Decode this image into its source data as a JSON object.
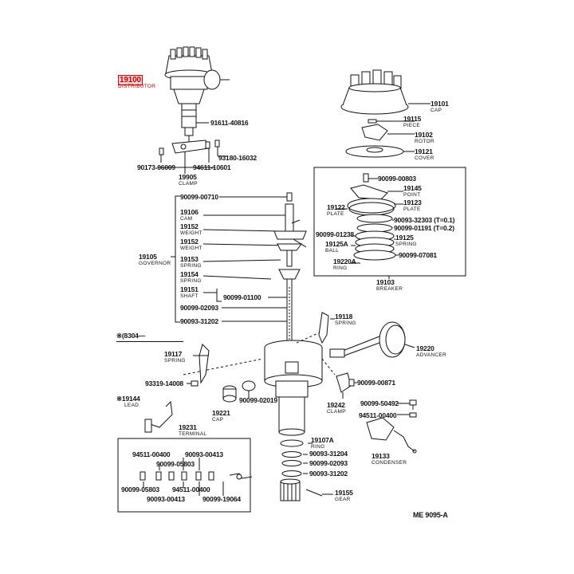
{
  "diagram": {
    "code": "ME 9095-A",
    "asterisk_note": "※(8304—",
    "parts": {
      "distributor": {
        "num": "19100",
        "name": "DISTRIBUTOR"
      },
      "p91611_40816": {
        "num": "91611-40816"
      },
      "p93180_16032": {
        "num": "93180-16032"
      },
      "p90173_06009": {
        "num": "90173-06009"
      },
      "p94611_10601": {
        "num": "94611-10601"
      },
      "clamp_19905": {
        "num": "19905",
        "name": "CLAMP"
      },
      "cap_19101": {
        "num": "19101",
        "name": "CAP"
      },
      "piece_19115": {
        "num": "19115",
        "name": "PIECE"
      },
      "rotor_19102": {
        "num": "19102",
        "name": "ROTOR"
      },
      "cover_19121": {
        "num": "19121",
        "name": "COVER"
      },
      "p90099_00803": {
        "num": "90099-00803"
      },
      "point_19145": {
        "num": "19145",
        "name": "POINT"
      },
      "plate_19122": {
        "num": "19122",
        "name": "PLATE"
      },
      "plate_19123": {
        "num": "19123",
        "name": "PLATE"
      },
      "p90093_32303": {
        "num": "90093-32303 (T=0.1)"
      },
      "p90099_01191": {
        "num": "90099-01191 (T=0.2)"
      },
      "p90099_01238": {
        "num": "90099-01238"
      },
      "ball_19125A": {
        "num": "19125A",
        "name": "BALL"
      },
      "spring_19125": {
        "num": "19125",
        "name": "SPRING"
      },
      "p90099_07081": {
        "num": "90099-07081"
      },
      "ring_19220A": {
        "num": "19220A",
        "name": "RING"
      },
      "breaker_19103": {
        "num": "19103",
        "name": "BREAKER"
      },
      "p90099_00710": {
        "num": "90099-00710"
      },
      "cam_19106": {
        "num": "19106",
        "name": "CAM"
      },
      "weight_19152a": {
        "num": "19152",
        "name": "WEIGHT"
      },
      "weight_19152b": {
        "num": "19152",
        "name": "WEIGHT"
      },
      "governor_19105": {
        "num": "19105",
        "name": "GOVERNOR"
      },
      "spring_19153": {
        "num": "19153",
        "name": "SPRING"
      },
      "spring_19154": {
        "num": "19154",
        "name": "SPRING"
      },
      "shaft_19151": {
        "num": "19151",
        "name": "SHAFT"
      },
      "p90099_01100": {
        "num": "90099-01100"
      },
      "p90099_02093a": {
        "num": "90099-02093"
      },
      "p90093_31202a": {
        "num": "90093-31202"
      },
      "spring_19118": {
        "num": "19118",
        "name": "SPRING"
      },
      "advancer_19220": {
        "num": "19220",
        "name": "ADVANCER"
      },
      "spring_19117": {
        "num": "19117",
        "name": "SPRING"
      },
      "p93319_14008": {
        "num": "93319-14008"
      },
      "p90099_00871": {
        "num": "90099-00871"
      },
      "lead_19144": {
        "num": "※19144",
        "name": "LEAD"
      },
      "p90099_02019": {
        "num": "90099-02019"
      },
      "p90099_50492": {
        "num": "90099-50492"
      },
      "clamp_19242": {
        "num": "19242",
        "name": "CLAMP"
      },
      "p94511_00400a": {
        "num": "94511-00400"
      },
      "cap_19221": {
        "num": "19221",
        "name": "CAP"
      },
      "terminal_19231": {
        "num": "19231",
        "name": "TERMINAL"
      },
      "ring_19107A": {
        "num": "19107A",
        "name": "RING"
      },
      "p94511_00400b": {
        "num": "94511-00400"
      },
      "p90093_00413a": {
        "num": "90093-00413"
      },
      "p90099_05803a": {
        "num": "90099-05803"
      },
      "p90093_31204": {
        "num": "90093-31204"
      },
      "p90099_02093b": {
        "num": "90099-02093"
      },
      "condenser_19133": {
        "num": "19133",
        "name": "CONDENSER"
      },
      "p90099_05803b": {
        "num": "90099-05803"
      },
      "p94511_00400c": {
        "num": "94511-00400"
      },
      "p90093_31202b": {
        "num": "90093-31202"
      },
      "p90093_00413b": {
        "num": "90093-00413"
      },
      "p90099_19064": {
        "num": "90099-19064"
      },
      "gear_19155": {
        "num": "19155",
        "name": "GEAR"
      }
    }
  }
}
